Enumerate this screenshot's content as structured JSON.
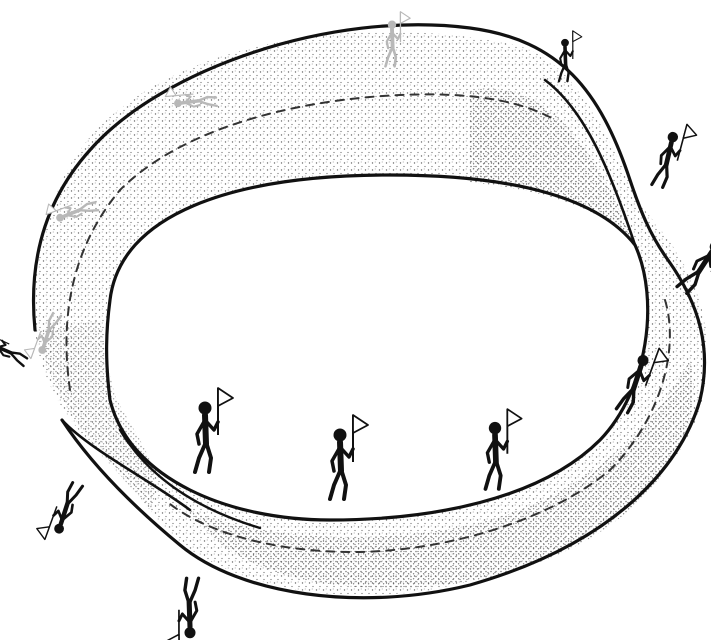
{
  "figure": {
    "subject": "mobius-strip-with-walkers",
    "colors": {
      "background": "#ffffff",
      "ink": "#111111",
      "ghost_ink": "#b8b8b8",
      "stipple": "#6a6a6a",
      "band_fill": "#f3f3f3"
    },
    "walkers": [
      {
        "id": "walker-front-1",
        "style": "solid"
      },
      {
        "id": "walker-front-2",
        "style": "solid"
      },
      {
        "id": "walker-front-3",
        "style": "solid"
      },
      {
        "id": "walker-right-lower",
        "style": "solid"
      },
      {
        "id": "walker-right-edge",
        "style": "solid"
      },
      {
        "id": "walker-right-upper",
        "style": "solid"
      },
      {
        "id": "walker-top-right",
        "style": "solid"
      },
      {
        "id": "walker-left-edge",
        "style": "solid"
      },
      {
        "id": "walker-left-lower",
        "style": "solid"
      },
      {
        "id": "walker-bottom-inverted",
        "style": "solid"
      },
      {
        "id": "walker-back-top",
        "style": "ghost"
      },
      {
        "id": "walker-back-left",
        "style": "ghost"
      },
      {
        "id": "walker-back-far-left",
        "style": "ghost"
      },
      {
        "id": "walker-back-left-low",
        "style": "ghost"
      }
    ]
  }
}
